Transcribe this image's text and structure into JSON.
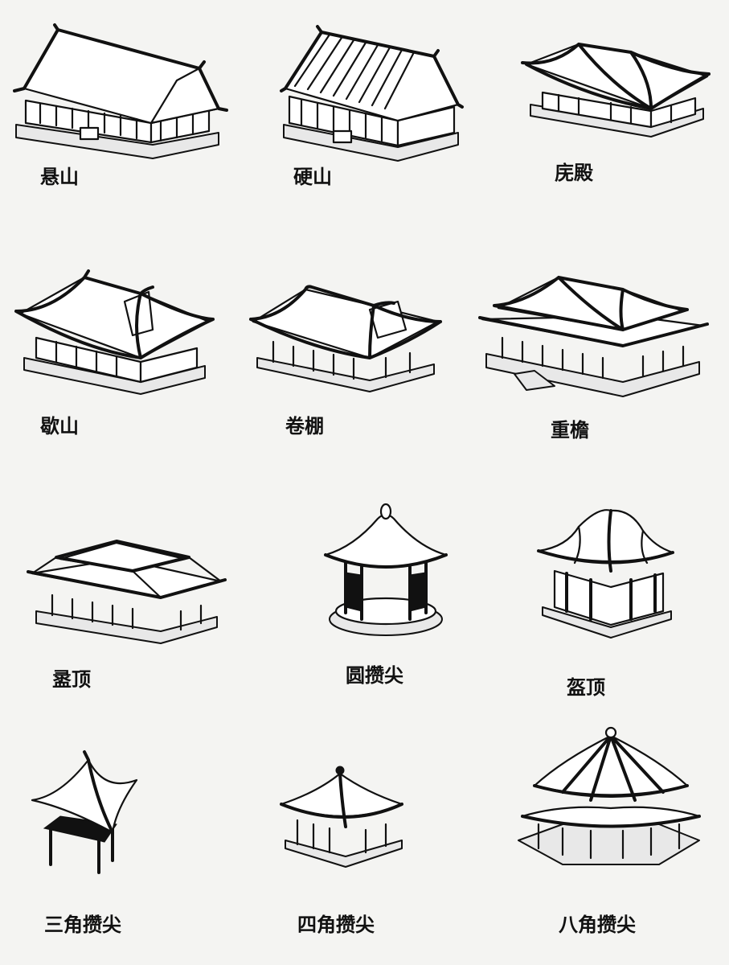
{
  "roof_types": [
    {
      "id": "xuanshan",
      "label": "悬山"
    },
    {
      "id": "yingshan",
      "label": "硬山"
    },
    {
      "id": "wudian",
      "label": "庑殿"
    },
    {
      "id": "xieshan",
      "label": "歇山"
    },
    {
      "id": "juanpeng",
      "label": "卷棚"
    },
    {
      "id": "chongyan",
      "label": "重檐"
    },
    {
      "id": "luding",
      "label": "盝顶"
    },
    {
      "id": "yuancuanjian",
      "label": "圆攒尖"
    },
    {
      "id": "kuiding",
      "label": "盔顶"
    },
    {
      "id": "sanjiao",
      "label": "三角攒尖"
    },
    {
      "id": "sijiao",
      "label": "四角攒尖"
    },
    {
      "id": "bajiao",
      "label": "八角攒尖"
    }
  ]
}
